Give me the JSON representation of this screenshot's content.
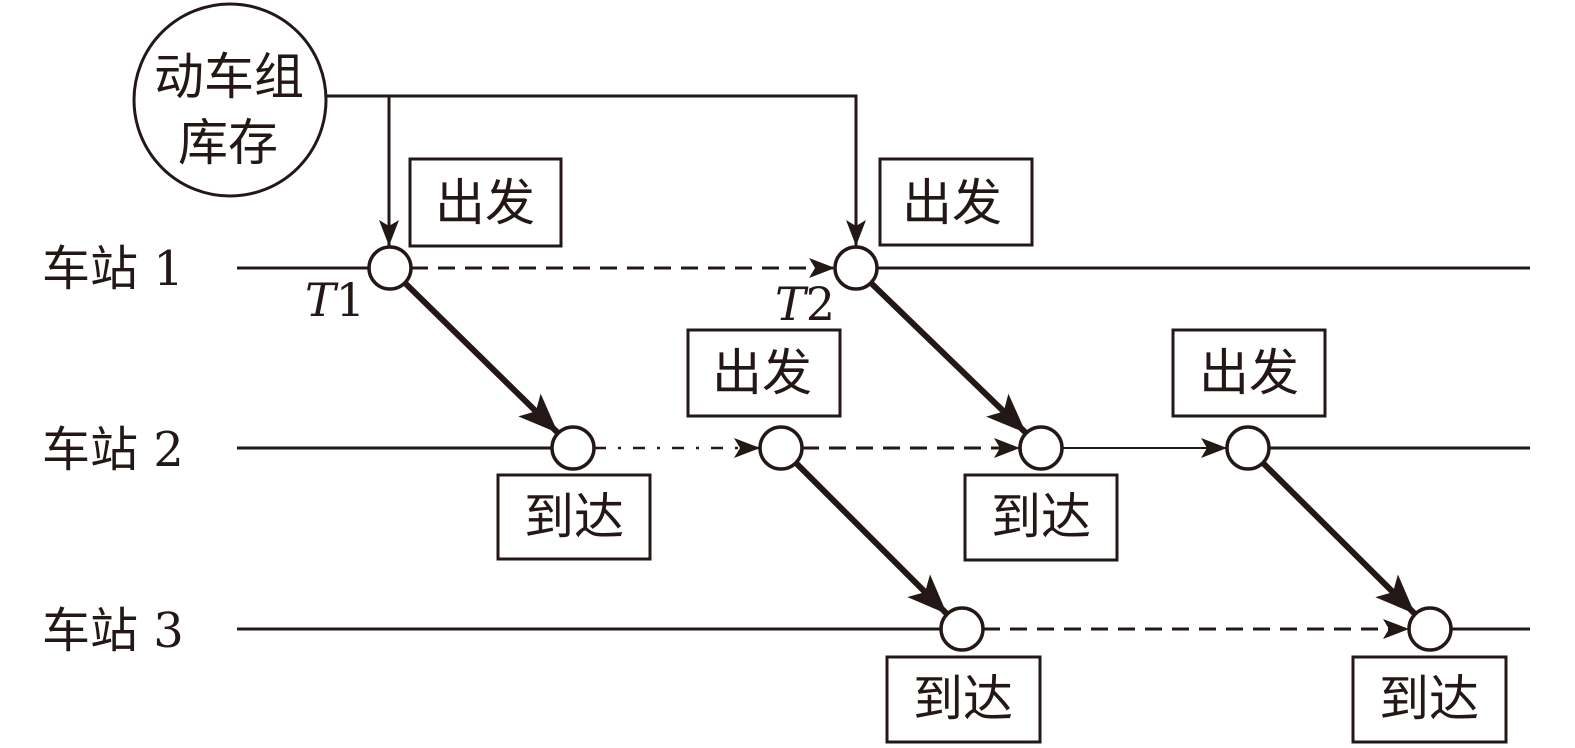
{
  "inventory": {
    "label_line1": "动车组",
    "label_line2": "库存"
  },
  "stations": [
    {
      "label": "车站 1"
    },
    {
      "label": "车站 2"
    },
    {
      "label": "车站 3"
    }
  ],
  "time_markers": [
    {
      "symbol": "T",
      "index": "1"
    },
    {
      "symbol": "T",
      "index": "2"
    }
  ],
  "events": [
    {
      "station": 1,
      "type": "departure",
      "label": "出发",
      "time_marker": "T1"
    },
    {
      "station": 1,
      "type": "departure",
      "label": "出发",
      "time_marker": "T2"
    },
    {
      "station": 2,
      "type": "arrival",
      "label": "到达"
    },
    {
      "station": 2,
      "type": "departure",
      "label": "出发"
    },
    {
      "station": 2,
      "type": "arrival",
      "label": "到达"
    },
    {
      "station": 2,
      "type": "departure",
      "label": "出发"
    },
    {
      "station": 3,
      "type": "arrival",
      "label": "到达"
    },
    {
      "station": 3,
      "type": "arrival",
      "label": "到达"
    }
  ],
  "arcs": [
    {
      "from": "inventory",
      "to": 0,
      "line": "solid"
    },
    {
      "from": "inventory",
      "to": 1,
      "line": "solid"
    },
    {
      "from": 0,
      "to": 1,
      "line": "dashed"
    },
    {
      "from": 0,
      "to": 2,
      "line": "thick-solid"
    },
    {
      "from": 1,
      "to": 4,
      "line": "thick-solid"
    },
    {
      "from": 2,
      "to": 3,
      "line": "dash-dot"
    },
    {
      "from": 3,
      "to": 4,
      "line": "dashed"
    },
    {
      "from": 4,
      "to": 5,
      "line": "solid"
    },
    {
      "from": 3,
      "to": 6,
      "line": "thick-solid"
    },
    {
      "from": 5,
      "to": 7,
      "line": "thick-solid"
    },
    {
      "from": 6,
      "to": 7,
      "line": "dashed"
    }
  ],
  "colors": {
    "ink": "#231815",
    "background": "#ffffff"
  }
}
